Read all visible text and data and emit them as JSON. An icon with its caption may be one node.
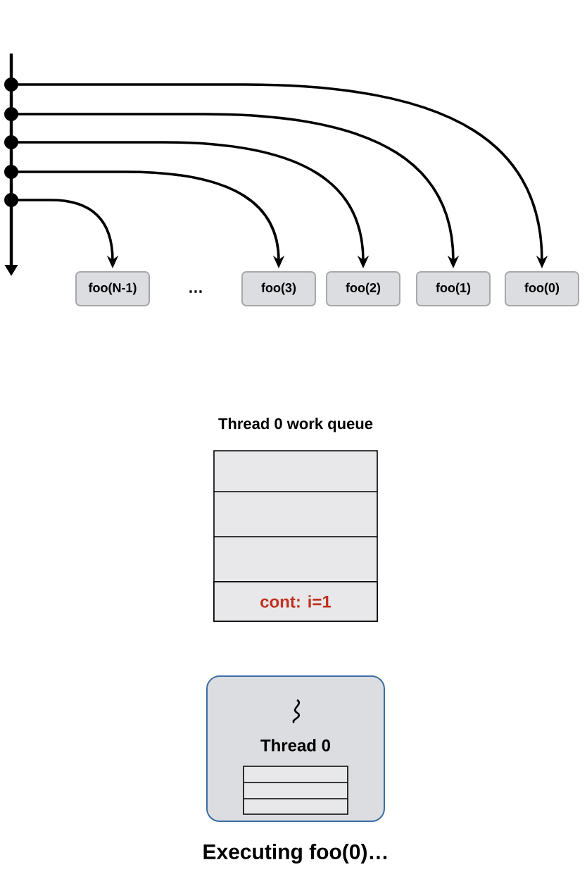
{
  "diagram": {
    "nodes": [
      {
        "text": [],
        "shape": "circle"
      },
      {
        "text": [],
        "shape": "circle"
      },
      {
        "text": [],
        "shape": "circle"
      },
      {
        "text": [],
        "shape": "circle"
      },
      {
        "text": [],
        "shape": "circle"
      },
      {
        "text": [
          "foo(N-1)"
        ]
      },
      {
        "text": [
          "foo(3)"
        ]
      },
      {
        "text": [
          "foo(2)"
        ]
      },
      {
        "text": [
          "foo(1)"
        ]
      },
      {
        "text": [
          "foo(0)"
        ]
      },
      {
        "text": [
          "Thread 0 work queue"
        ]
      },
      {
        "text": [
          "cont: i=1"
        ],
        "in": 10
      },
      {
        "text": [
          "Thread 0"
        ],
        "beside": [
          "Executing foo(0)…"
        ]
      }
    ],
    "edges": [
      {
        "from": 0,
        "to": 9,
        "arrow": "to"
      },
      {
        "from": 1,
        "to": 8,
        "arrow": "to"
      },
      {
        "from": 2,
        "to": 7,
        "arrow": "to"
      },
      {
        "from": 3,
        "to": 6,
        "arrow": "to"
      },
      {
        "from": 4,
        "to": 5,
        "arrow": "to"
      }
    ],
    "labels": [
      "…"
    ]
  }
}
